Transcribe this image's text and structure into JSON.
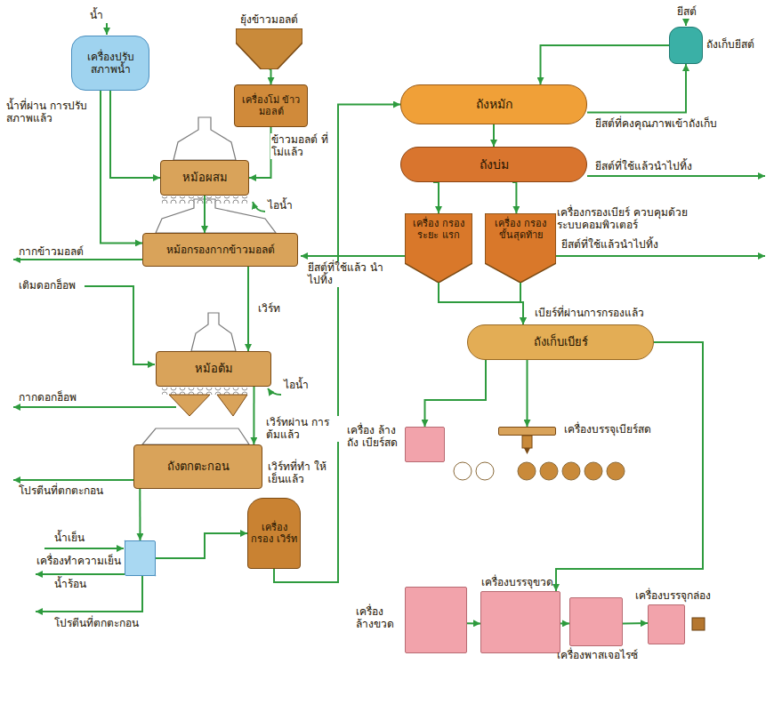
{
  "diagram": {
    "nodes": [
      {
        "text": [
          "เครื่องปรับ สภาพน้ำ"
        ]
      },
      {
        "text": [
          "ยุ้งข้าวมอลต์"
        ]
      },
      {
        "text": [
          "เครื่องโม่ ข้าวมอลต์"
        ]
      },
      {
        "text": [
          "หม้อผสม"
        ]
      },
      {
        "text": [
          "หม้อกรองกากข้าวมอลต์"
        ]
      },
      {
        "text": [
          "หม้อต้ม"
        ]
      },
      {
        "text": [
          "ถังตกตะกอน"
        ]
      },
      {
        "text": [
          "เครื่องทำความเย็น"
        ]
      },
      {
        "text": [
          "เครื่อง กรอง เวิร์ท"
        ]
      },
      {
        "text": [
          "ถังหมัก"
        ]
      },
      {
        "text": [
          "ถังเก็บยีสต์"
        ]
      },
      {
        "text": [
          "ถังบ่ม"
        ]
      },
      {
        "text": [
          "เครื่อง กรอง ระยะ แรก"
        ]
      },
      {
        "text": [
          "เครื่อง กรอง ขั้นสุดท้าย"
        ]
      },
      {
        "text": [
          "ถังเก็บเบียร์"
        ]
      },
      {
        "text": [
          "เครื่อง ล้างถัง เบียร์สด"
        ]
      },
      {
        "text": [
          "เครื่องบรรจุเบียร์สด"
        ]
      },
      {
        "text": [
          "เครื่อง ล้างขวด"
        ]
      },
      {
        "text": [
          "เครื่องบรรจุขวด"
        ]
      },
      {
        "text": [
          "เครื่องพาสเจอไรซ์"
        ]
      },
      {
        "text": [
          "เครื่องบรรจุกล่อง"
        ]
      }
    ],
    "edges": [
      {
        "from": 0,
        "to": 3,
        "arrow": "to"
      },
      {
        "from": 0,
        "to": 4,
        "arrow": "to"
      },
      {
        "from": 1,
        "to": 2,
        "arrow": "to"
      },
      {
        "from": 2,
        "to": 3,
        "arrow": "to"
      },
      {
        "from": 3,
        "to": 4,
        "arrow": "to"
      },
      {
        "from": 4,
        "to": 5,
        "arrow": "to"
      },
      {
        "from": 5,
        "to": 6,
        "arrow": "to"
      },
      {
        "from": 6,
        "to": 7,
        "arrow": "to"
      },
      {
        "from": 7,
        "to": 8,
        "arrow": "to"
      },
      {
        "from": 8,
        "to": 9,
        "arrow": "to"
      },
      {
        "from": 10,
        "to": 9,
        "arrow": "to"
      },
      {
        "from": 9,
        "to": 10,
        "arrow": "to"
      },
      {
        "from": 9,
        "to": 11,
        "arrow": "to"
      },
      {
        "from": 11,
        "to": 12,
        "arrow": "to"
      },
      {
        "from": 11,
        "to": 13,
        "arrow": "to"
      },
      {
        "from": 12,
        "to": 14,
        "arrow": "to"
      },
      {
        "from": 13,
        "to": 14,
        "arrow": "to"
      },
      {
        "from": 14,
        "to": 15,
        "arrow": "to"
      },
      {
        "from": 14,
        "to": 16,
        "arrow": "to"
      },
      {
        "from": 14,
        "to": 18,
        "arrow": "to"
      },
      {
        "from": 17,
        "to": 18,
        "arrow": "to"
      },
      {
        "from": 18,
        "to": 19,
        "arrow": "to"
      },
      {
        "from": 19,
        "to": 20,
        "arrow": "to"
      }
    ],
    "labels": [
      "น้ำ",
      "น้ำที่ผ่าน การปรับสภาพแล้ว",
      "ข้าวมอลต์ ที่โม่แล้ว",
      "ไอน้ำ",
      "กากข้าวมอลต์",
      "เติมดอกฮ็อพ",
      "เวิร์ท",
      "ไอน้ำ",
      "กากดอกฮ็อพ",
      "เวิร์ทผ่าน การต้มแล้ว",
      "โปรตีนที่ตกตะกอน",
      "เวิร์ทที่ทำ ให้เย็นแล้ว",
      "น้ำเย็น",
      "น้ำร้อน",
      "โปรตีนที่ตกตะกอน",
      "ยีสต์",
      "ยีสต์ที่คงคุณภาพเข้าถังเก็บ",
      "ยีสต์ที่ใช้แล้วนำไปทิ้ง",
      "เครื่องกรองเบียร์ ควบคุมด้วย ระบบคอมพิวเตอร์",
      "ยีสต์ที่ใช้แล้ว นำไปทิ้ง",
      "ยีสต์ที่ใช้แล้วนำไปทิ้ง",
      "เบียร์ที่ผ่านการกรองแล้ว"
    ]
  }
}
